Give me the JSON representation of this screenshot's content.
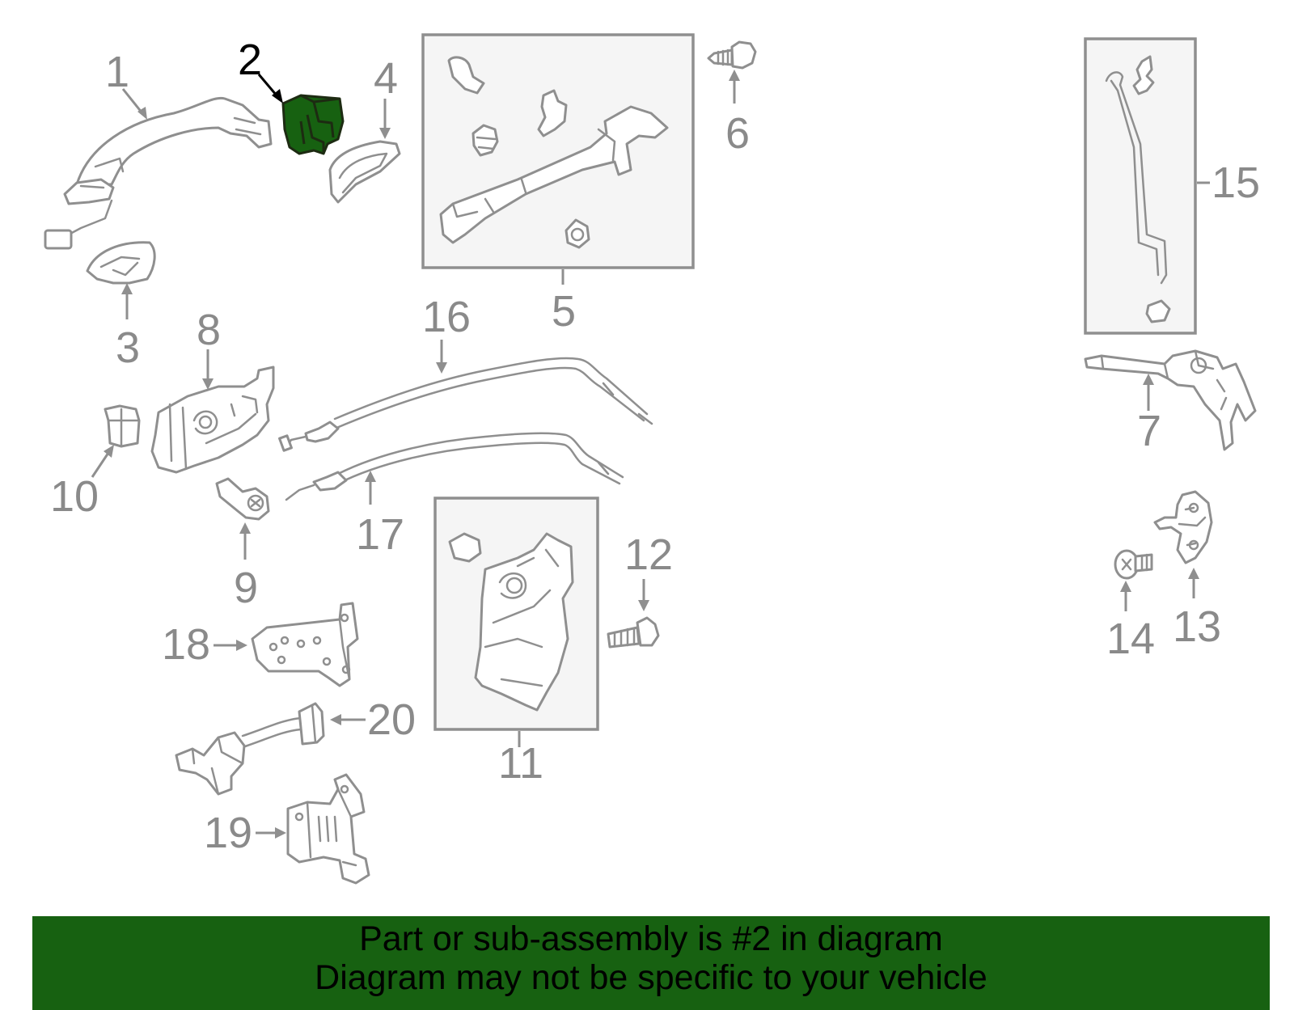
{
  "diagram": {
    "callouts": {
      "c1": "1",
      "c2": "2",
      "c3": "3",
      "c4": "4",
      "c5": "5",
      "c6": "6",
      "c7": "7",
      "c8": "8",
      "c9": "9",
      "c10": "10",
      "c11": "11",
      "c12": "12",
      "c13": "13",
      "c14": "14",
      "c15": "15",
      "c16": "16",
      "c17": "17",
      "c18": "18",
      "c19": "19",
      "c20": "20"
    },
    "highlight_color": "#176111",
    "part_line_color": "#8f8f8f"
  },
  "banner": {
    "line1": "Part or sub-assembly is #2 in diagram",
    "line2": "Diagram may not be specific to your vehicle",
    "background": "#176111"
  }
}
